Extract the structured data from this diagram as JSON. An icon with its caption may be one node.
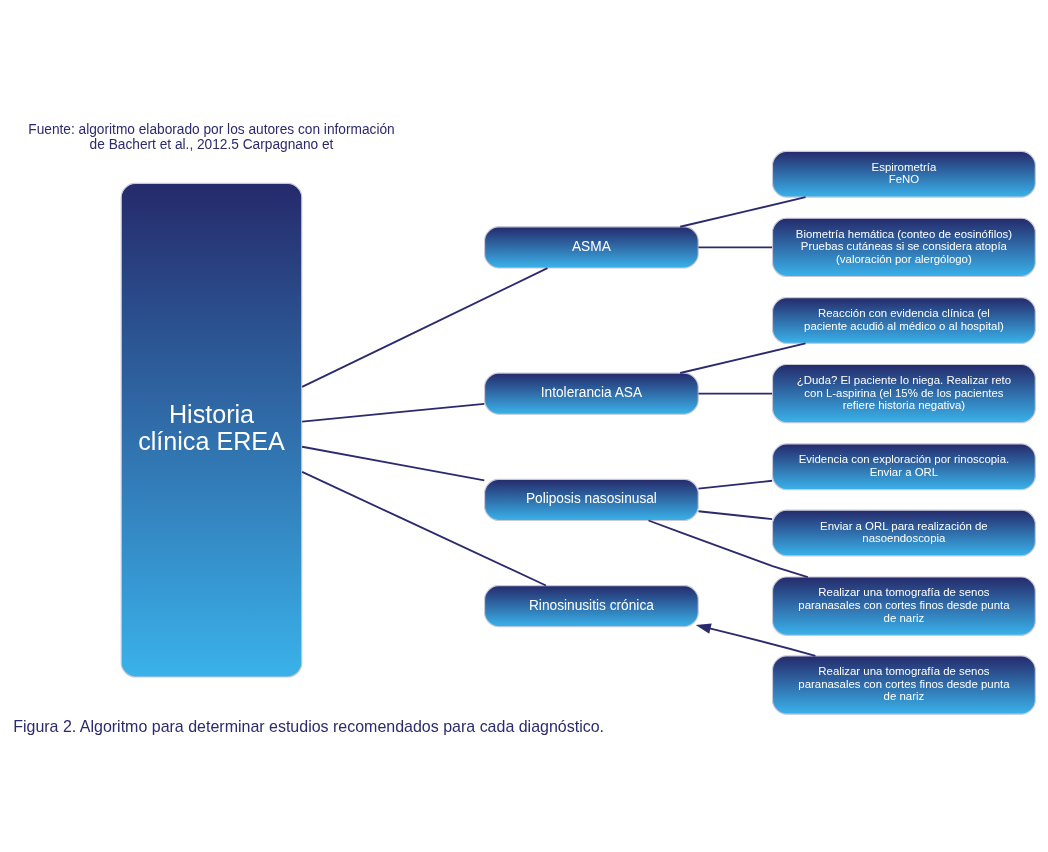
{
  "diagram": {
    "caption": "Figura 2. Algoritmo para determinar estudios recomendados para cada diagnóstico.",
    "nodes": [
      {
        "text": [
          "Historia clínica EREA"
        ]
      },
      {
        "text": [
          "ASMA"
        ]
      },
      {
        "text": [
          "Espirometría",
          "FeNO"
        ]
      },
      {
        "text": [
          "Biometría hemática (conteo de eosinófilos)",
          "Pruebas cutáneas si se considera atopía (valoración por alergólogo)"
        ]
      },
      {
        "text": [
          "Intolerancia ASA"
        ]
      },
      {
        "text": [
          "Reacción con evidencia clínica (el paciente acudió al médico o al hospital)"
        ]
      },
      {
        "text": [
          "¿Duda? El paciente lo niega. Realizar reto con L-aspirina (el 15% de los pacientes refiere historia negativa)"
        ]
      },
      {
        "text": [
          "Poliposis nasosinusal"
        ]
      },
      {
        "text": [
          "Evidencia con exploración por rinoscopia. Enviar a ORL"
        ]
      },
      {
        "text": [
          "Enviar a ORL para realización de nasoendoscopia"
        ]
      },
      {
        "text": [
          "Realizar una tomografía de senos paranasales con cortes finos desde punta de nariz"
        ]
      },
      {
        "text": [
          "Rinosinusitis crónica"
        ]
      },
      {
        "text": [
          "Realizar una tomografía de senos paranasales con cortes finos desde punta de nariz"
        ]
      }
    ],
    "edges": [
      {
        "from": 0,
        "to": 1,
        "arrow": "none"
      },
      {
        "from": 0,
        "to": 4,
        "arrow": "none"
      },
      {
        "from": 0,
        "to": 7,
        "arrow": "none"
      },
      {
        "from": 0,
        "to": 11,
        "arrow": "none"
      },
      {
        "from": 1,
        "to": 2,
        "arrow": "none"
      },
      {
        "from": 1,
        "to": 3,
        "arrow": "none"
      },
      {
        "from": 4,
        "to": 5,
        "arrow": "none"
      },
      {
        "from": 4,
        "to": 6,
        "arrow": "none"
      },
      {
        "from": 7,
        "to": 8,
        "arrow": "none"
      },
      {
        "from": 7,
        "to": 9,
        "arrow": "none"
      },
      {
        "from": 7,
        "to": 10,
        "arrow": "none"
      },
      {
        "from": 12,
        "to": 11,
        "arrow": "to"
      }
    ],
    "labels": [
      "Fuente: algoritmo elaborado por los autores con información de Bachert et al., 2012.5 Carpagnano et"
    ]
  }
}
